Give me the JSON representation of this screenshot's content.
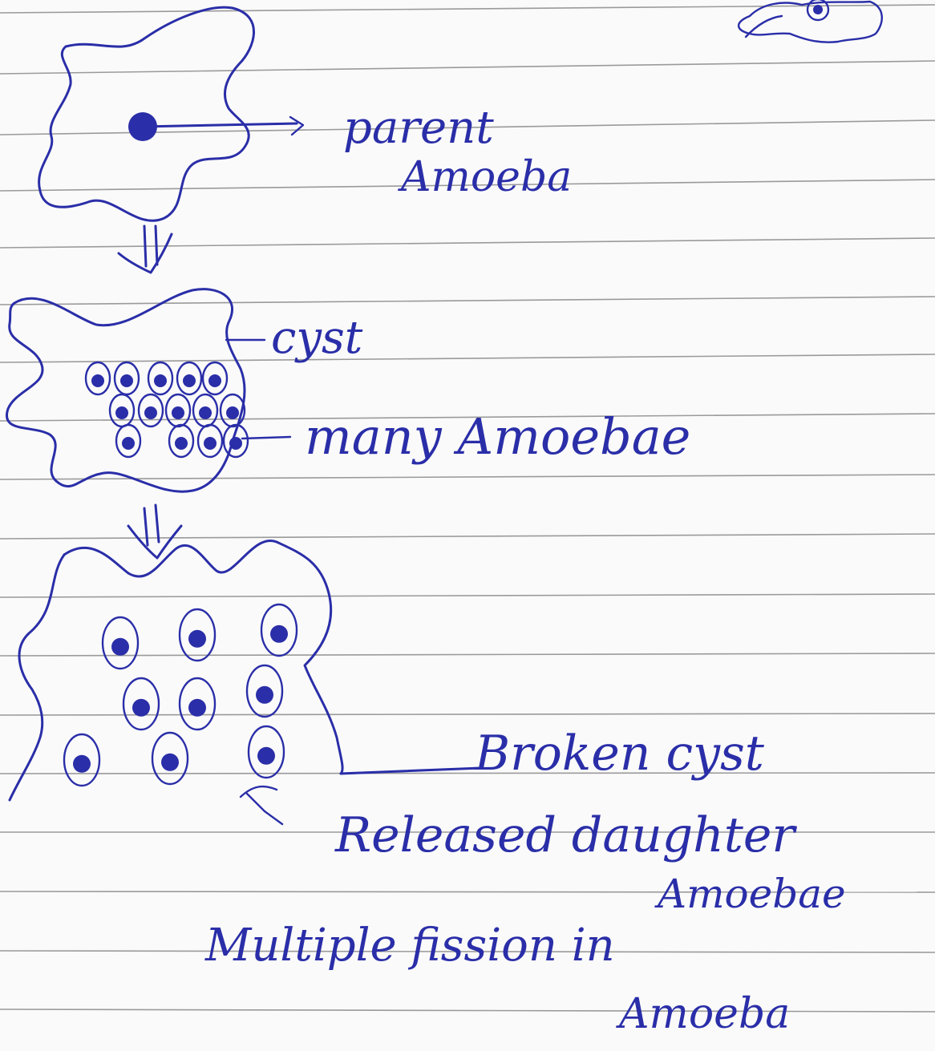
{
  "ink_color": "#2a2ea8",
  "paper_color": "#fafafa",
  "rule_color": "#9a9a9a",
  "labels": {
    "parent": "parent",
    "amoeba_1": "Amoeba",
    "cyst_1": "cyst",
    "many_amoebae": "many Amoebae",
    "broken_cyst": "Broken cyst",
    "released_daughter": "Released daughter",
    "amoebae_2": "Amoebae",
    "multiple_fission": "Multiple fission in",
    "amoeba_2": "Amoeba"
  }
}
